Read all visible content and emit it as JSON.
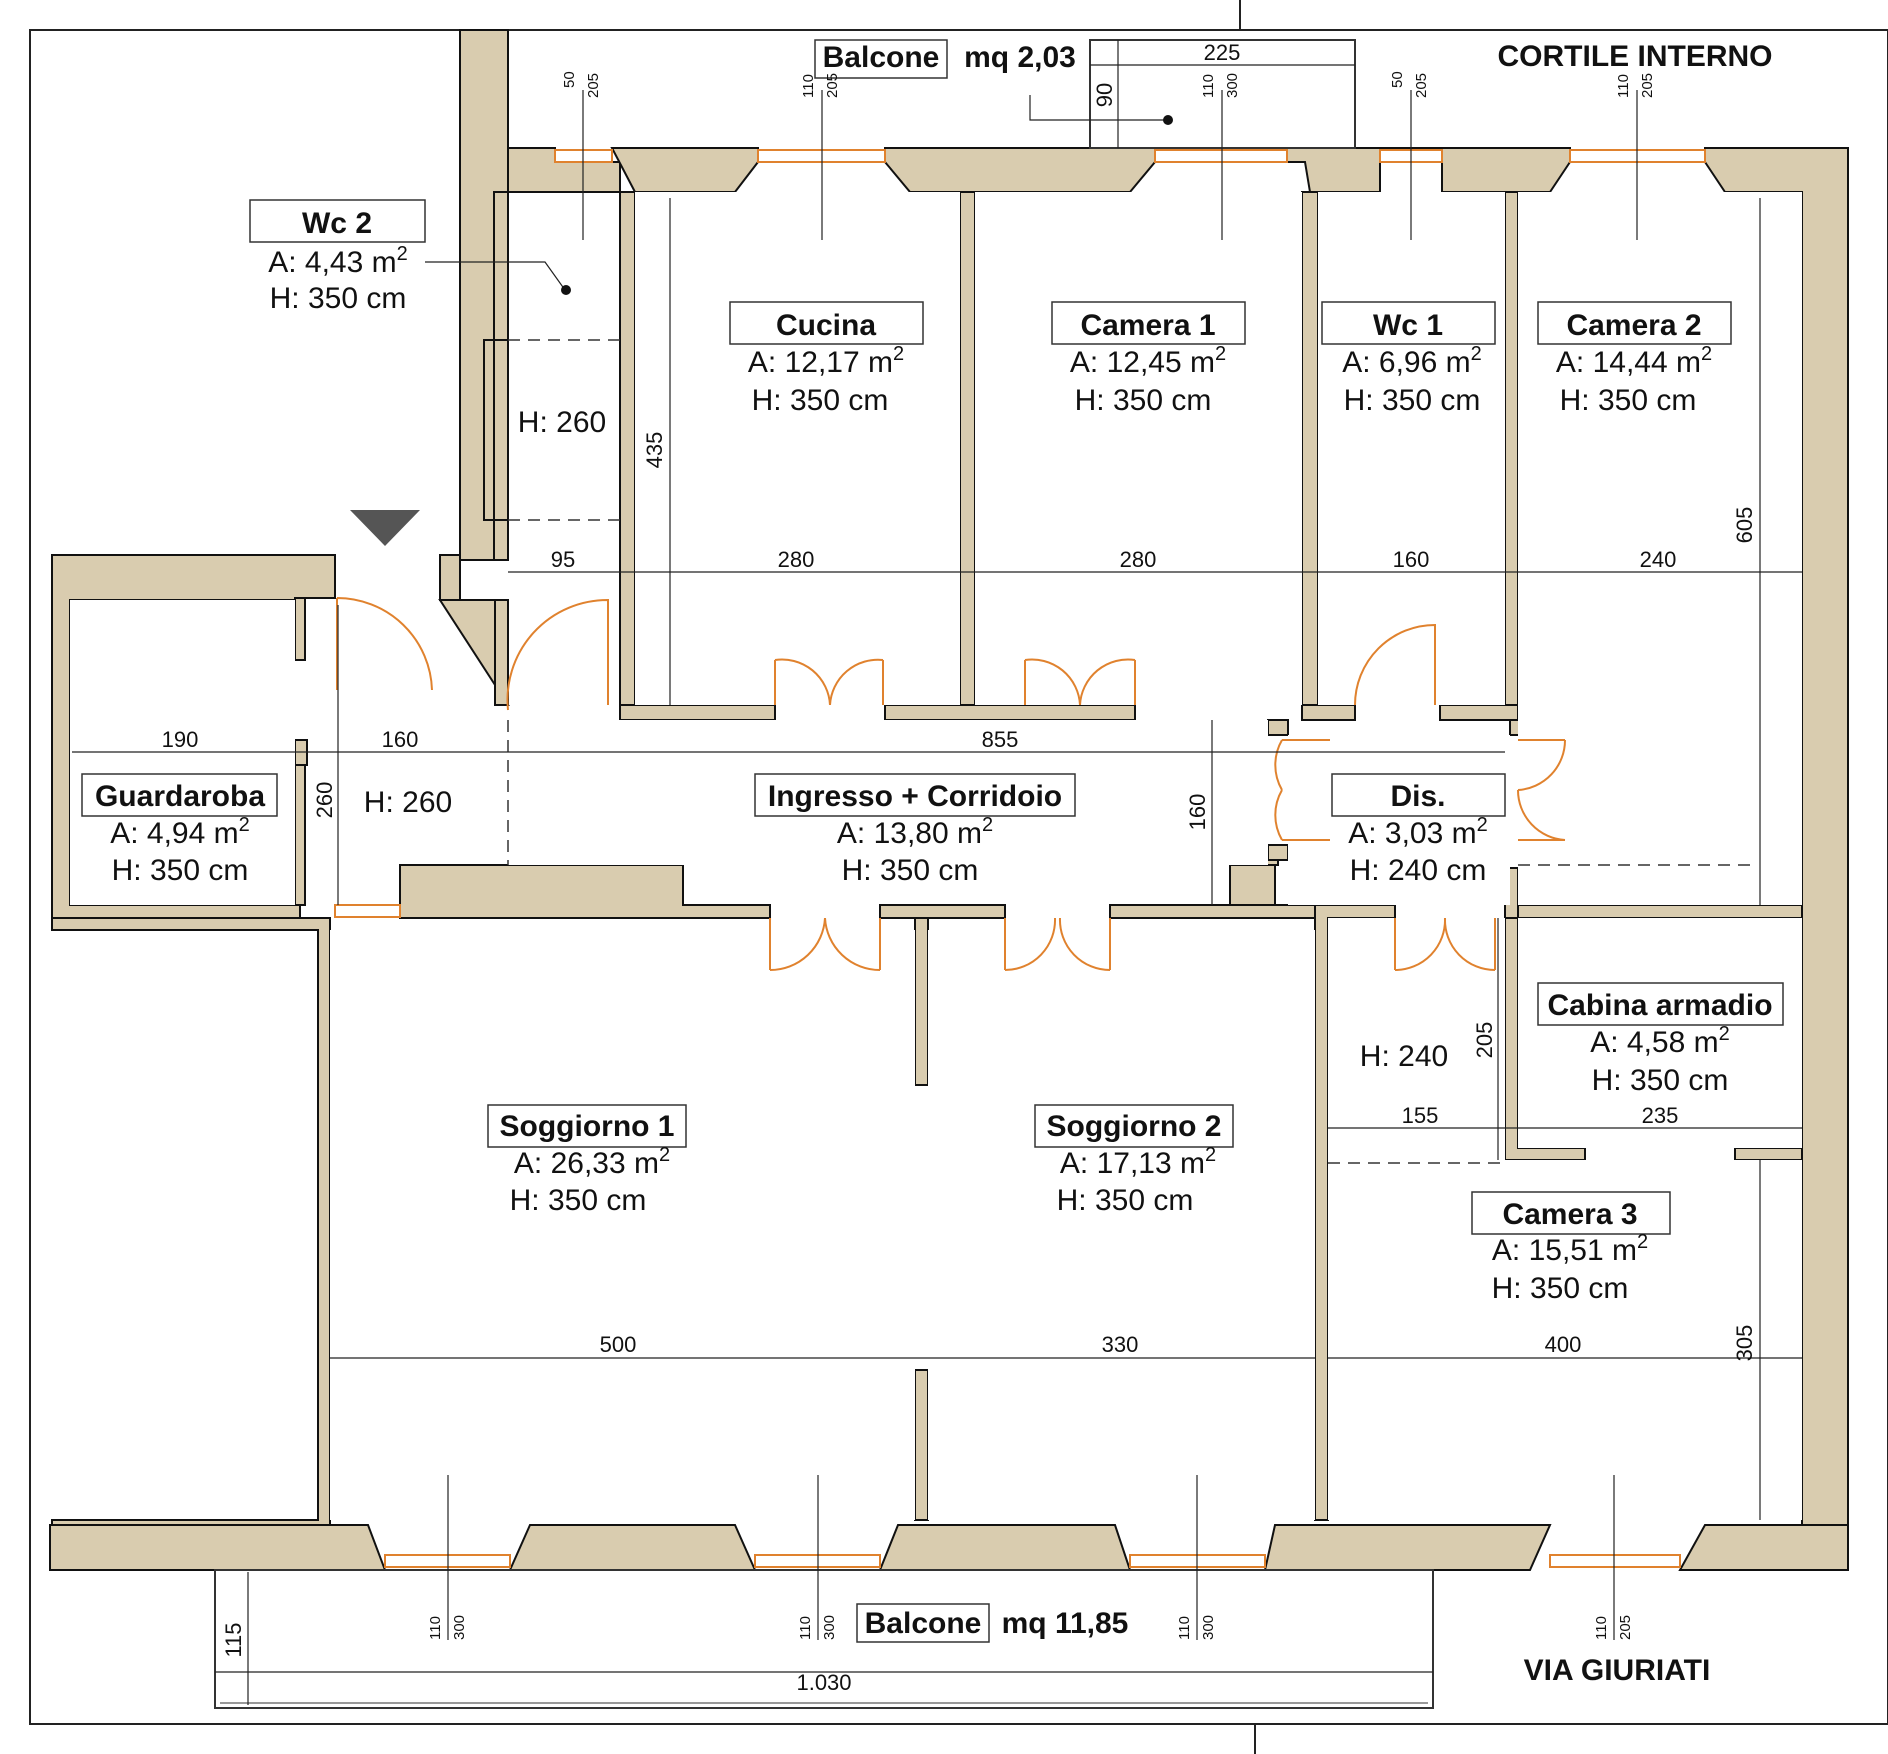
{
  "labels": {
    "cortile": "CORTILE INTERNO",
    "via": "VIA GIURIATI",
    "balcone_top": "Balcone",
    "balcone_top_mq": "mq 2,03",
    "balcone_bottom": "Balcone",
    "balcone_bottom_mq": "mq 11,85",
    "h260_wc2": "H: 260",
    "h260_guard": "H: 260",
    "h240_cam3": "H: 240"
  },
  "rooms": {
    "wc2": {
      "name": "Wc 2",
      "area": "A: 4,43 m",
      "height": "H: 350 cm"
    },
    "cucina": {
      "name": "Cucina",
      "area": "A: 12,17 m",
      "height": "H: 350 cm"
    },
    "camera1": {
      "name": "Camera 1",
      "area": "A: 12,45 m",
      "height": "H: 350 cm"
    },
    "wc1": {
      "name": "Wc 1",
      "area": "A: 6,96 m",
      "height": "H: 350 cm"
    },
    "camera2": {
      "name": "Camera 2",
      "area": "A: 14,44 m",
      "height": "H: 350 cm"
    },
    "guardaroba": {
      "name": "Guardaroba",
      "area": "A: 4,94 m",
      "height": "H: 350 cm"
    },
    "ingresso": {
      "name": "Ingresso + Corridoio",
      "area": "A: 13,80 m",
      "height": "H: 350 cm"
    },
    "dis": {
      "name": "Dis.",
      "area": "A: 3,03 m",
      "height": "H: 240 cm"
    },
    "cabina": {
      "name": "Cabina armadio",
      "area": "A: 4,58 m",
      "height": "H: 350 cm"
    },
    "soggiorno1": {
      "name": "Soggiorno 1",
      "area": "A: 26,33 m",
      "height": "H: 350 cm"
    },
    "soggiorno2": {
      "name": "Soggiorno 2",
      "area": "A: 17,13 m",
      "height": "H: 350 cm"
    },
    "camera3": {
      "name": "Camera 3",
      "area": "A: 15,51 m",
      "height": "H: 350 cm"
    }
  },
  "sq": "2",
  "dims": {
    "d225": "225",
    "d90": "90",
    "d435": "435",
    "d605": "605",
    "d95": "95",
    "d280a": "280",
    "d280b": "280",
    "d160a": "160",
    "d240": "240",
    "d190": "190",
    "d160b": "160",
    "d855": "855",
    "d260": "260",
    "d160c": "160",
    "d205": "205",
    "d155": "155",
    "d235": "235",
    "d500": "500",
    "d330": "330",
    "d400": "400",
    "d305": "305",
    "d115": "115",
    "d1030": "1.030"
  },
  "windows": {
    "w1": [
      "50",
      "205"
    ],
    "w2": [
      "110",
      "205"
    ],
    "w3": [
      "110",
      "300"
    ],
    "w4": [
      "50",
      "205"
    ],
    "w5": [
      "110",
      "205"
    ],
    "b1": [
      "110",
      "300"
    ],
    "b2": [
      "110",
      "300"
    ],
    "b3": [
      "110",
      "300"
    ],
    "b4": [
      "110",
      "205"
    ]
  }
}
